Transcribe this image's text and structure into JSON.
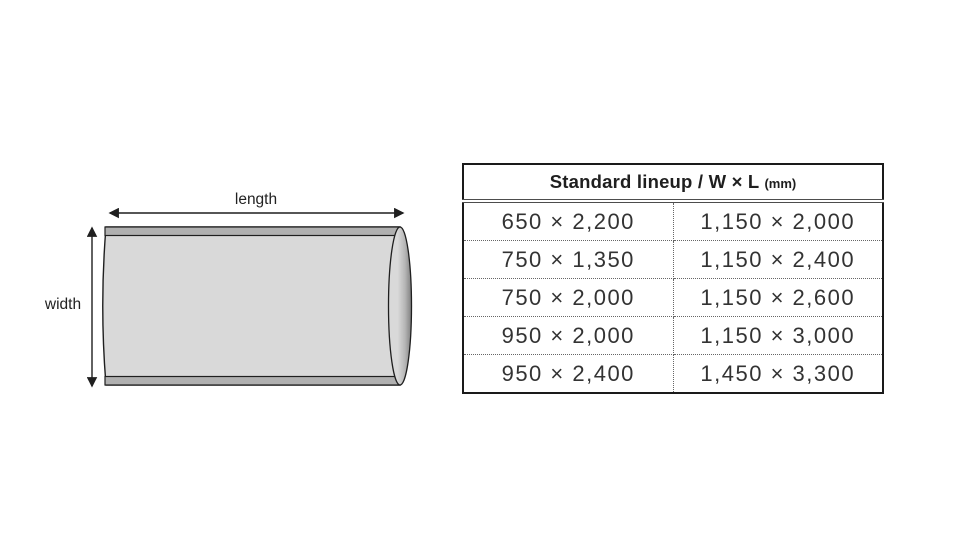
{
  "page": {
    "background": "#ffffff"
  },
  "diagram": {
    "length_label": "length",
    "width_label": "width",
    "colors": {
      "body_fill": "#d9d9d9",
      "strip_fill": "#b0b0b0",
      "end_mid": "#b5b5b5",
      "end_dark": "#7f7f7f",
      "outline": "#1f1f1f",
      "arrow": "#1f1f1f"
    }
  },
  "spec_table": {
    "title_text": "Standard lineup / W × L",
    "title_unit": "(mm)",
    "rows": [
      [
        "650 × 2,200",
        "1,150 × 2,000"
      ],
      [
        "750 × 1,350",
        "1,150 × 2,400"
      ],
      [
        "750 × 2,000",
        "1,150 × 2,600"
      ],
      [
        "950 × 2,000",
        "1,150 × 3,000"
      ],
      [
        "950 × 2,400",
        "1,450 × 3,300"
      ]
    ]
  }
}
